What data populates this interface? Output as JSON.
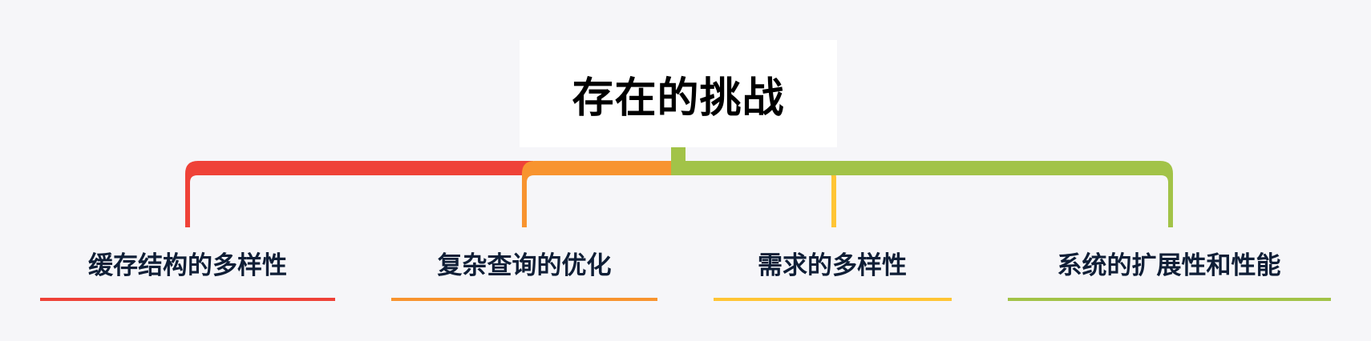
{
  "title": "存在的挑战",
  "branches": [
    {
      "label": "缓存结构的多样性",
      "color": "#ef4238"
    },
    {
      "label": "复杂查询的优化",
      "color": "#f8942f"
    },
    {
      "label": "需求的多样性",
      "color": "#ffc535"
    },
    {
      "label": "系统的扩展性和性能",
      "color": "#a2c348"
    }
  ]
}
